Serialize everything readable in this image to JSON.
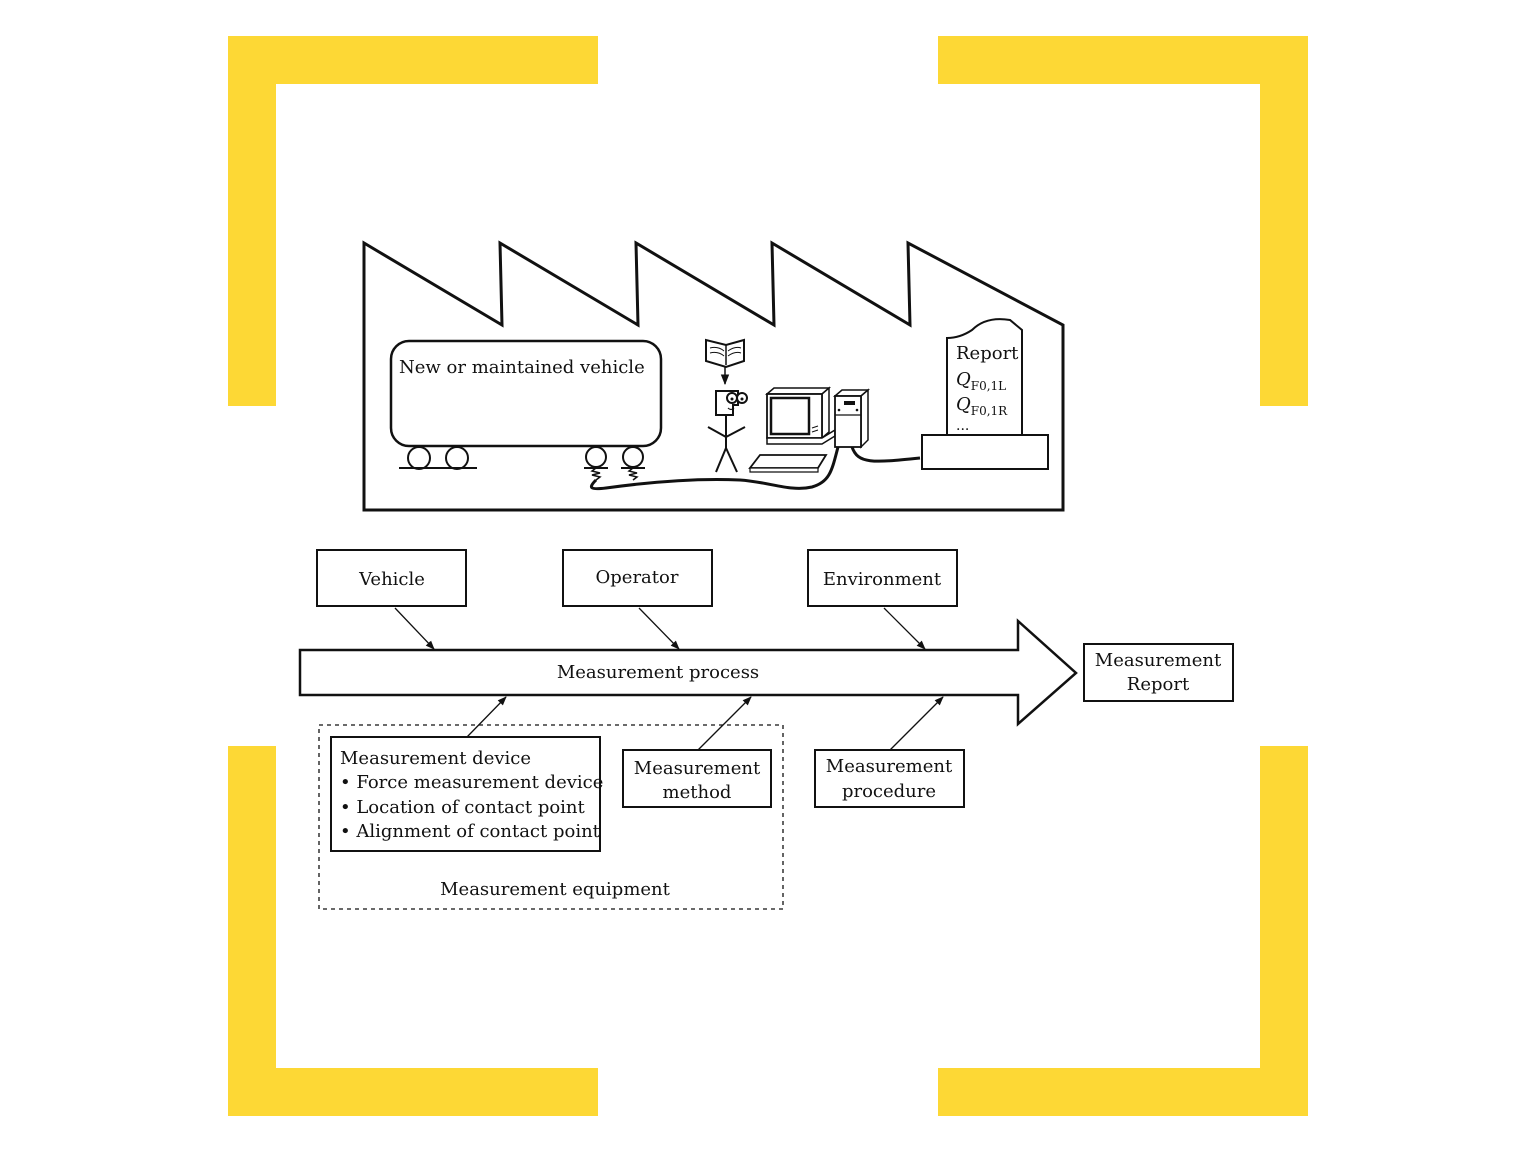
{
  "colors": {
    "accent_frame": "#fdd835",
    "line": "#111111",
    "background": "#ffffff"
  },
  "factory": {
    "vehicle_label": "New or maintained vehicle",
    "report_title": "Report",
    "report_lines": [
      {
        "symbol": "Q",
        "subscript": "F0,1L"
      },
      {
        "symbol": "Q",
        "subscript": "F0,1R"
      }
    ],
    "report_ellipsis": "...",
    "icons": [
      "factory-outline",
      "rail-vehicle",
      "manual-book",
      "operator-stick-figure",
      "computer-monitor",
      "keyboard",
      "computer-tower",
      "report-tombstone",
      "printer-base",
      "cable"
    ]
  },
  "fishbone": {
    "process_label": "Measurement process",
    "output_label_line1": "Measurement",
    "output_label_line2": "Report",
    "top_inputs": [
      "Vehicle",
      "Operator",
      "Environment"
    ],
    "device_box": {
      "title": "Measurement device",
      "bullets": [
        "Force measurement device",
        "Location of contact point",
        "Alignment of contact point"
      ]
    },
    "method_line1": "Measurement",
    "method_line2": "method",
    "procedure_line1": "Measurement",
    "procedure_line2": "procedure",
    "equipment_group_label": "Measurement equipment"
  }
}
